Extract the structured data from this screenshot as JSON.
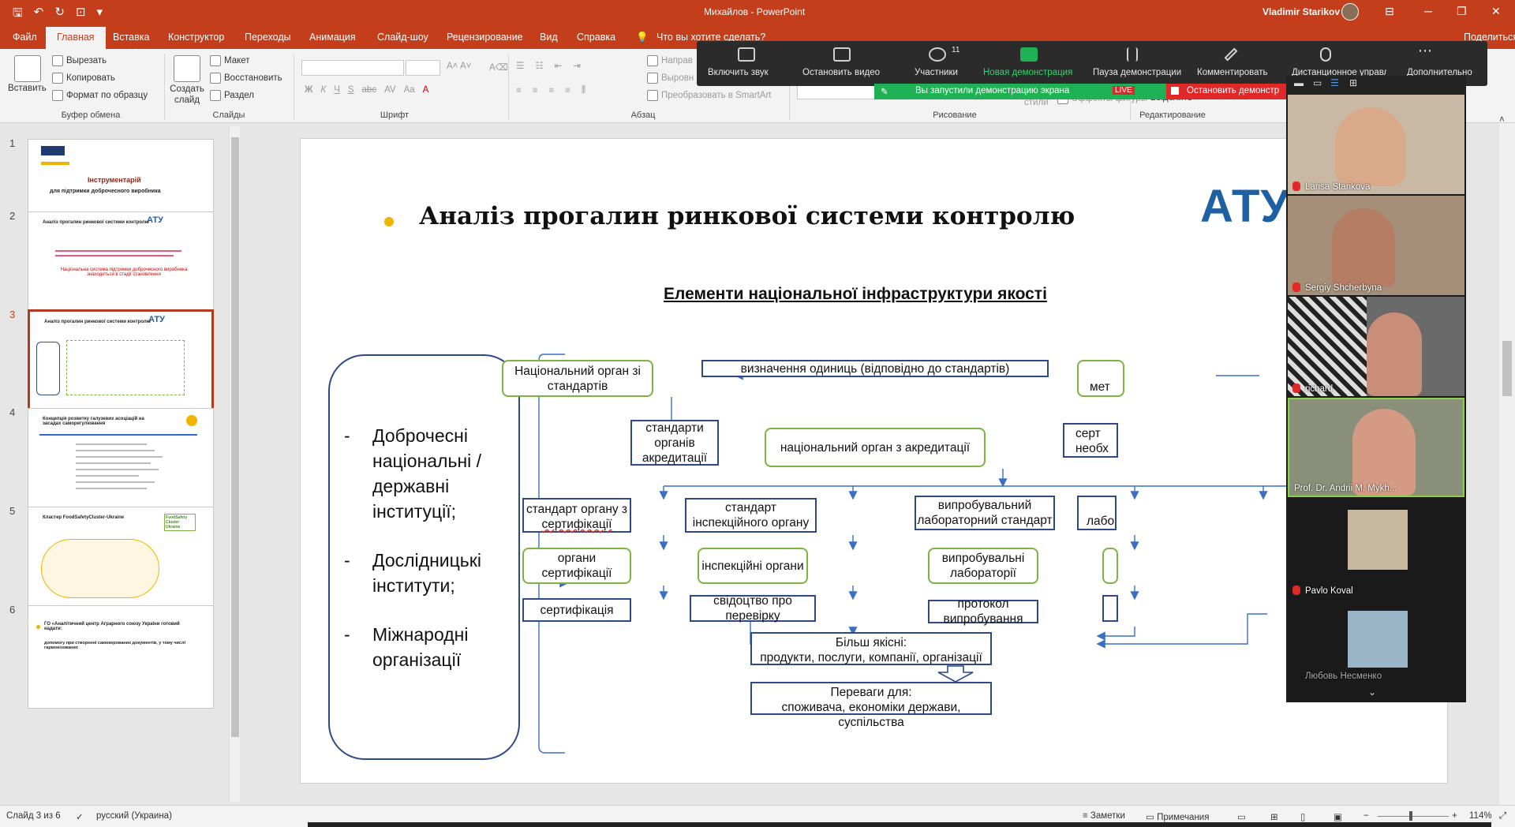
{
  "app": {
    "window_title": "Михайлов  -  PowerPoint",
    "user_name": "Vladimir Starikov",
    "accent": "#c43e1c"
  },
  "tabs": [
    "Файл",
    "Главная",
    "Вставка",
    "Конструктор",
    "Переходы",
    "Анимация",
    "Слайд-шоу",
    "Рецензирование",
    "Вид",
    "Справка",
    "Что вы хотите сделать?"
  ],
  "tabs_right": "Поделиться",
  "ribbon": {
    "paste": "Вставить",
    "cut": "Вырезать",
    "copy": "Копировать",
    "format_painter": "Формат по образцу",
    "group_clipboard": "Буфер обмена",
    "create_slide": "Создать слайд",
    "layout": "Макет",
    "reset": "Восстановить",
    "section": "Раздел",
    "group_slides": "Слайды",
    "group_font": "Шрифт",
    "font_buttons": [
      "Ж",
      "К",
      "Ч",
      "S",
      "abc",
      "AV",
      "Aa"
    ],
    "direction": "Направ",
    "align_text": "Выровн",
    "smartart": "Преобразовать в SmartArt",
    "group_paragraph": "Абзац",
    "styles": "стили",
    "shape_effects": "Эффекты фигуры",
    "group_drawing": "Рисование",
    "select": "Выделить",
    "group_editing": "Редактирование"
  },
  "zoom": {
    "buttons": [
      {
        "label": "Включить звук",
        "icon": "mic-muted-icon"
      },
      {
        "label": "Остановить видео",
        "icon": "video-icon"
      },
      {
        "label": "Участники",
        "icon": "participants-icon",
        "count": "11"
      },
      {
        "label": "Новая демонстрация",
        "icon": "share-screen-icon"
      },
      {
        "label": "Пауза демонстрации",
        "icon": "pause-icon"
      },
      {
        "label": "Комментировать",
        "icon": "pen-icon"
      },
      {
        "label": "Дистанционное управление",
        "icon": "mouse-icon"
      },
      {
        "label": "Дополнительно",
        "icon": "more-icon"
      }
    ],
    "sharing_notice": "Вы запустили демонстрацию экрана",
    "live_badge": "LIVE",
    "stop_share": "Остановить демонстр",
    "share_color": "#1fb254",
    "stop_color": "#e02828",
    "participants": [
      {
        "name": "Larisa Starikova",
        "bg": "#c8b8a4"
      },
      {
        "name": "Sergiy Shcherbyna",
        "bg": "#a58f78"
      },
      {
        "name": "richard",
        "bg": "#6a6a6a"
      },
      {
        "name": "Prof. Dr. Andrii M. Mykh...",
        "bg": "#8a8f7a"
      },
      {
        "name": "Pavlo Koval",
        "bg": "#2a2a2a"
      },
      {
        "name": "Любовь Несменко",
        "bg": "#2a2a2a"
      }
    ]
  },
  "thumbnails": [
    {
      "num": "1",
      "title": "Інструментарій",
      "subtitle": "для підтримки доброчесного виробника"
    },
    {
      "num": "2",
      "title": "Аналіз прогалин ринкової системи контролю",
      "logo": "АТУ",
      "red": "Національна система підтримки доброчесного виробника знаходиться в стадії становлення"
    },
    {
      "num": "3",
      "title": "Аналіз прогалин ринкової системи контролю",
      "logo": "АТУ"
    },
    {
      "num": "4",
      "title": "Концепція розвитку галузевих асоціацій на засадах саморегулювання"
    },
    {
      "num": "5",
      "title": "Кластер FoodSafetyCluster-Ukraine",
      "logo": "FoodSafety Cluster Ukraine"
    },
    {
      "num": "6",
      "title": "ГО «Аналітичний центр Аграрного союзу України готовий надати:",
      "body": "допомогу при створенні самокерованих документів, у тому числі гармонізованих"
    }
  ],
  "slide": {
    "title": "Аналіз прогалин ринкової системи контролю",
    "logo": "АТУ",
    "subtitle": "Елементи національної інфраструктури якості",
    "left_items": [
      "Доброчесні національні / державні інституції;",
      "Дослідницькі інститути;",
      "Міжнародні організації"
    ],
    "boxes": {
      "nat_standards": "Національний орган зі стандартів",
      "units": "визначення одиниць (відповідно до стандартів)",
      "metrology_partial": "мет",
      "accred_standards": "стандарти органів акредитації",
      "nat_accreditation": "національний орган з акредитації",
      "cert_partial_1": "серт",
      "cert_partial_2": "необх",
      "cert_std_a": "стандарт органу з",
      "cert_std_b": "сертифікації",
      "insp_std": "стандарт інспекційного органу",
      "lab_std": "випробувальний лабораторний стандарт",
      "lab_partial": "лабо",
      "cert_bodies": "органи сертифікації",
      "insp_bodies": "інспекційні органи",
      "labs": "випробувальні лабораторії",
      "certification": "сертифікація",
      "insp_cert": "свідоцтво про перевірку",
      "test_report": "протокол випробування",
      "quality_1": "Більш якісні:",
      "quality_2": "продукти, послуги, компанії, організації",
      "benefits_1": "Переваги для:",
      "benefits_2": "споживача, економіки держави, суспільства"
    }
  },
  "status": {
    "slide_of": "Слайд 3 из 6",
    "language": "русский (Украина)",
    "notes": "Заметки",
    "comments": "Примечания",
    "zoom": "114%"
  }
}
